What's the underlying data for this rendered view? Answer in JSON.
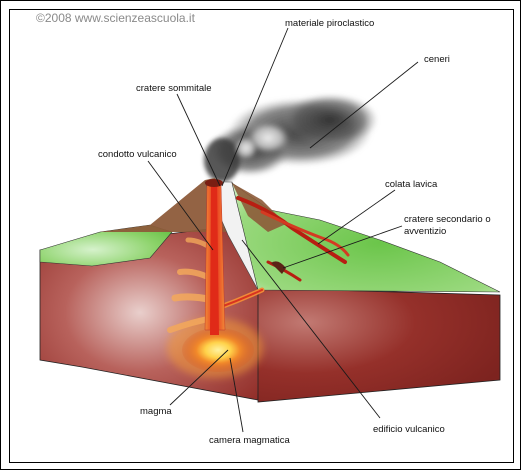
{
  "copyright": "©2008 www.scienzeascuola.it",
  "labels": {
    "materiale_piroclastico": "materiale piroclastico",
    "ceneri": "ceneri",
    "cratere_sommitale": "cratere sommitale",
    "condotto_vulcanico": "condotto vulcanico",
    "colata_lavica": "colata lavica",
    "cratere_secondario_line1": "cratere secondario o",
    "cratere_secondario_line2": "avventizio",
    "magma": "magma",
    "camera_magmatica": "camera magmatica",
    "edificio_vulcanico": "edificio vulcanico"
  },
  "colors": {
    "rock": "#8e2a25",
    "rock_dark": "#6e1d1a",
    "rock_light": "#d9b4b0",
    "grass": "#6bc54a",
    "grass_light": "#c8ecbc",
    "magma_core": "#e8321c",
    "magma_glow": "#f4a23a",
    "magma_yellow": "#ffe07a",
    "ash": "#4a4a4a",
    "slope": "#8a5a3a"
  }
}
